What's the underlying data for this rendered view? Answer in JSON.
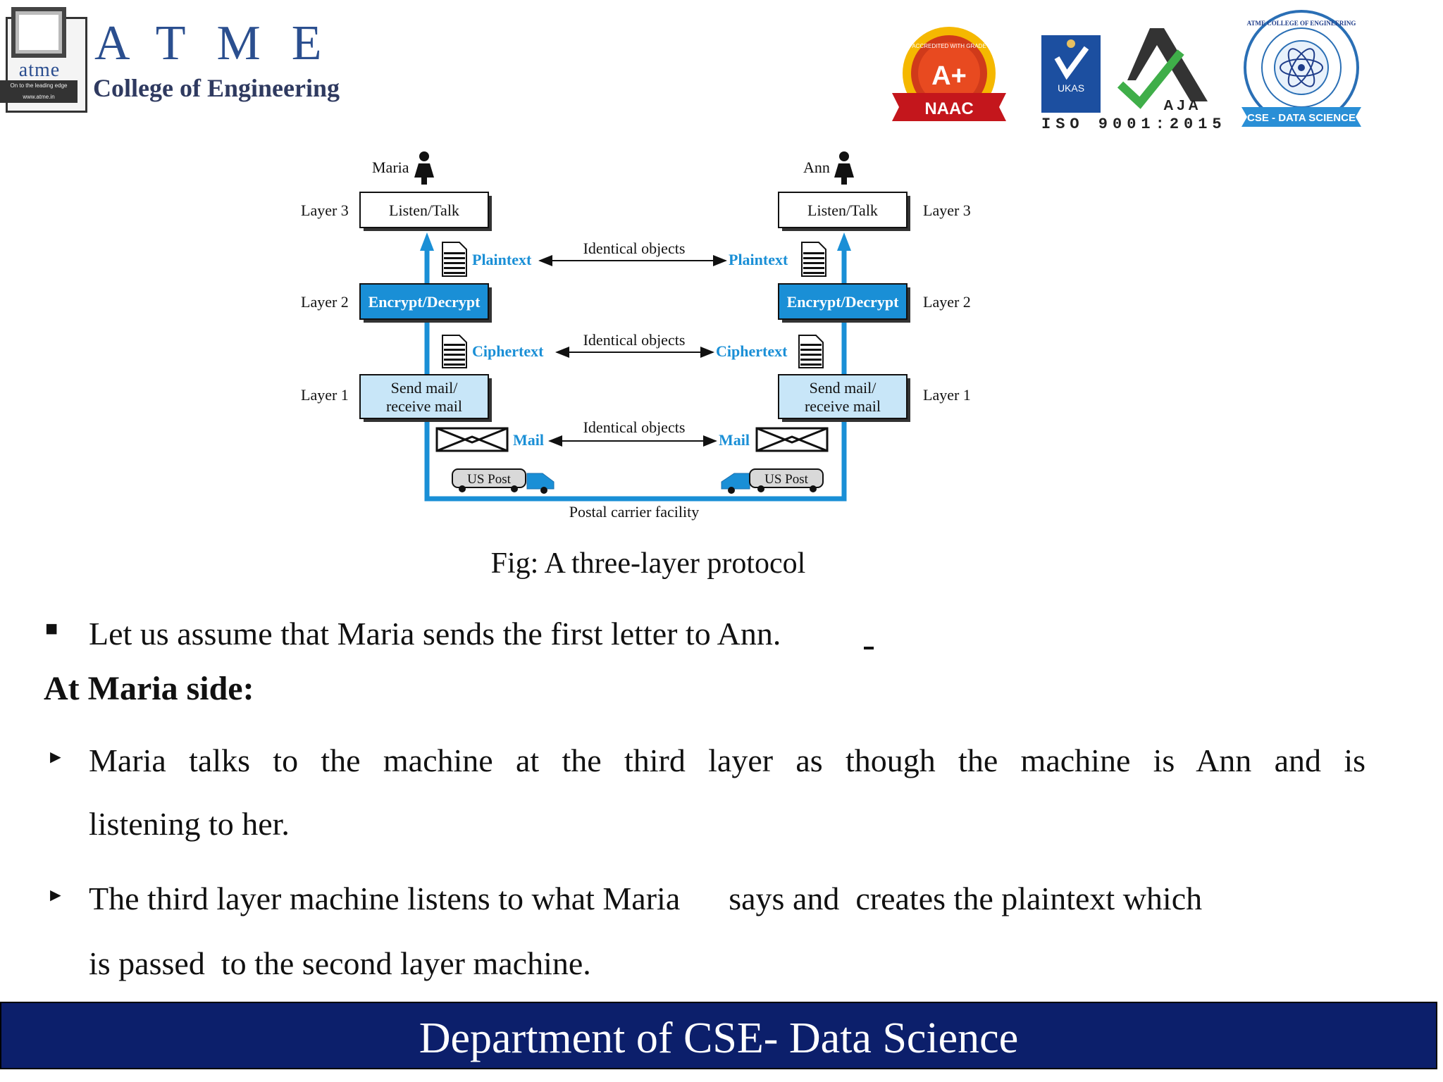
{
  "header": {
    "logo_word": "atme",
    "logo_tagline": "On to the leading edge  www.atme.in",
    "brand_title": "ATME",
    "brand_subtitle": "College of Engineering",
    "naac_grade": "A+",
    "naac_label": "NAAC",
    "naac_ring": "ACCREDITED WITH GRADE",
    "ukas_label": "UKAS",
    "aja_label": "A J A",
    "iso_text": "ISO 9001:2015",
    "cse_ring": "ATME COLLEGE OF ENGINEERING",
    "cse_banner": "CSE - DATA SCIENCE"
  },
  "diagram": {
    "left_person": "Maria",
    "right_person": "Ann",
    "layer3": "Layer 3",
    "layer2": "Layer 2",
    "layer1": "Layer 1",
    "box_listen": "Listen/Talk",
    "box_encrypt": "Encrypt/Decrypt",
    "box_send_line1": "Send mail/",
    "box_send_line2": "receive mail",
    "plaintext": "Plaintext",
    "ciphertext": "Ciphertext",
    "mail": "Mail",
    "identical": "Identical objects",
    "us_post": "US Post",
    "postal": "Postal carrier facility"
  },
  "content": {
    "fig_caption": "Fig: A three-layer protocol",
    "bullet1": "Let us assume that Maria sends the first letter to Ann.",
    "side_heading": "At Maria side:",
    "bullet2_line1": "Maria talks to the machine at the third layer as though the machine is  Ann and is",
    "bullet2_line2": "listening to her.",
    "bullet3_line1": "The third layer machine listens to what Maria      says and  creates the plaintext which",
    "bullet3_line2": "is passed  to the second layer machine.",
    "marker_square": "■",
    "marker_arrow": "►"
  },
  "footer": {
    "text": "Department of CSE- Data Science"
  },
  "colors": {
    "accent_blue": "#1a8fd6",
    "light_blue_box": "#c8e6f8",
    "footer_navy": "#0c1f6b"
  }
}
